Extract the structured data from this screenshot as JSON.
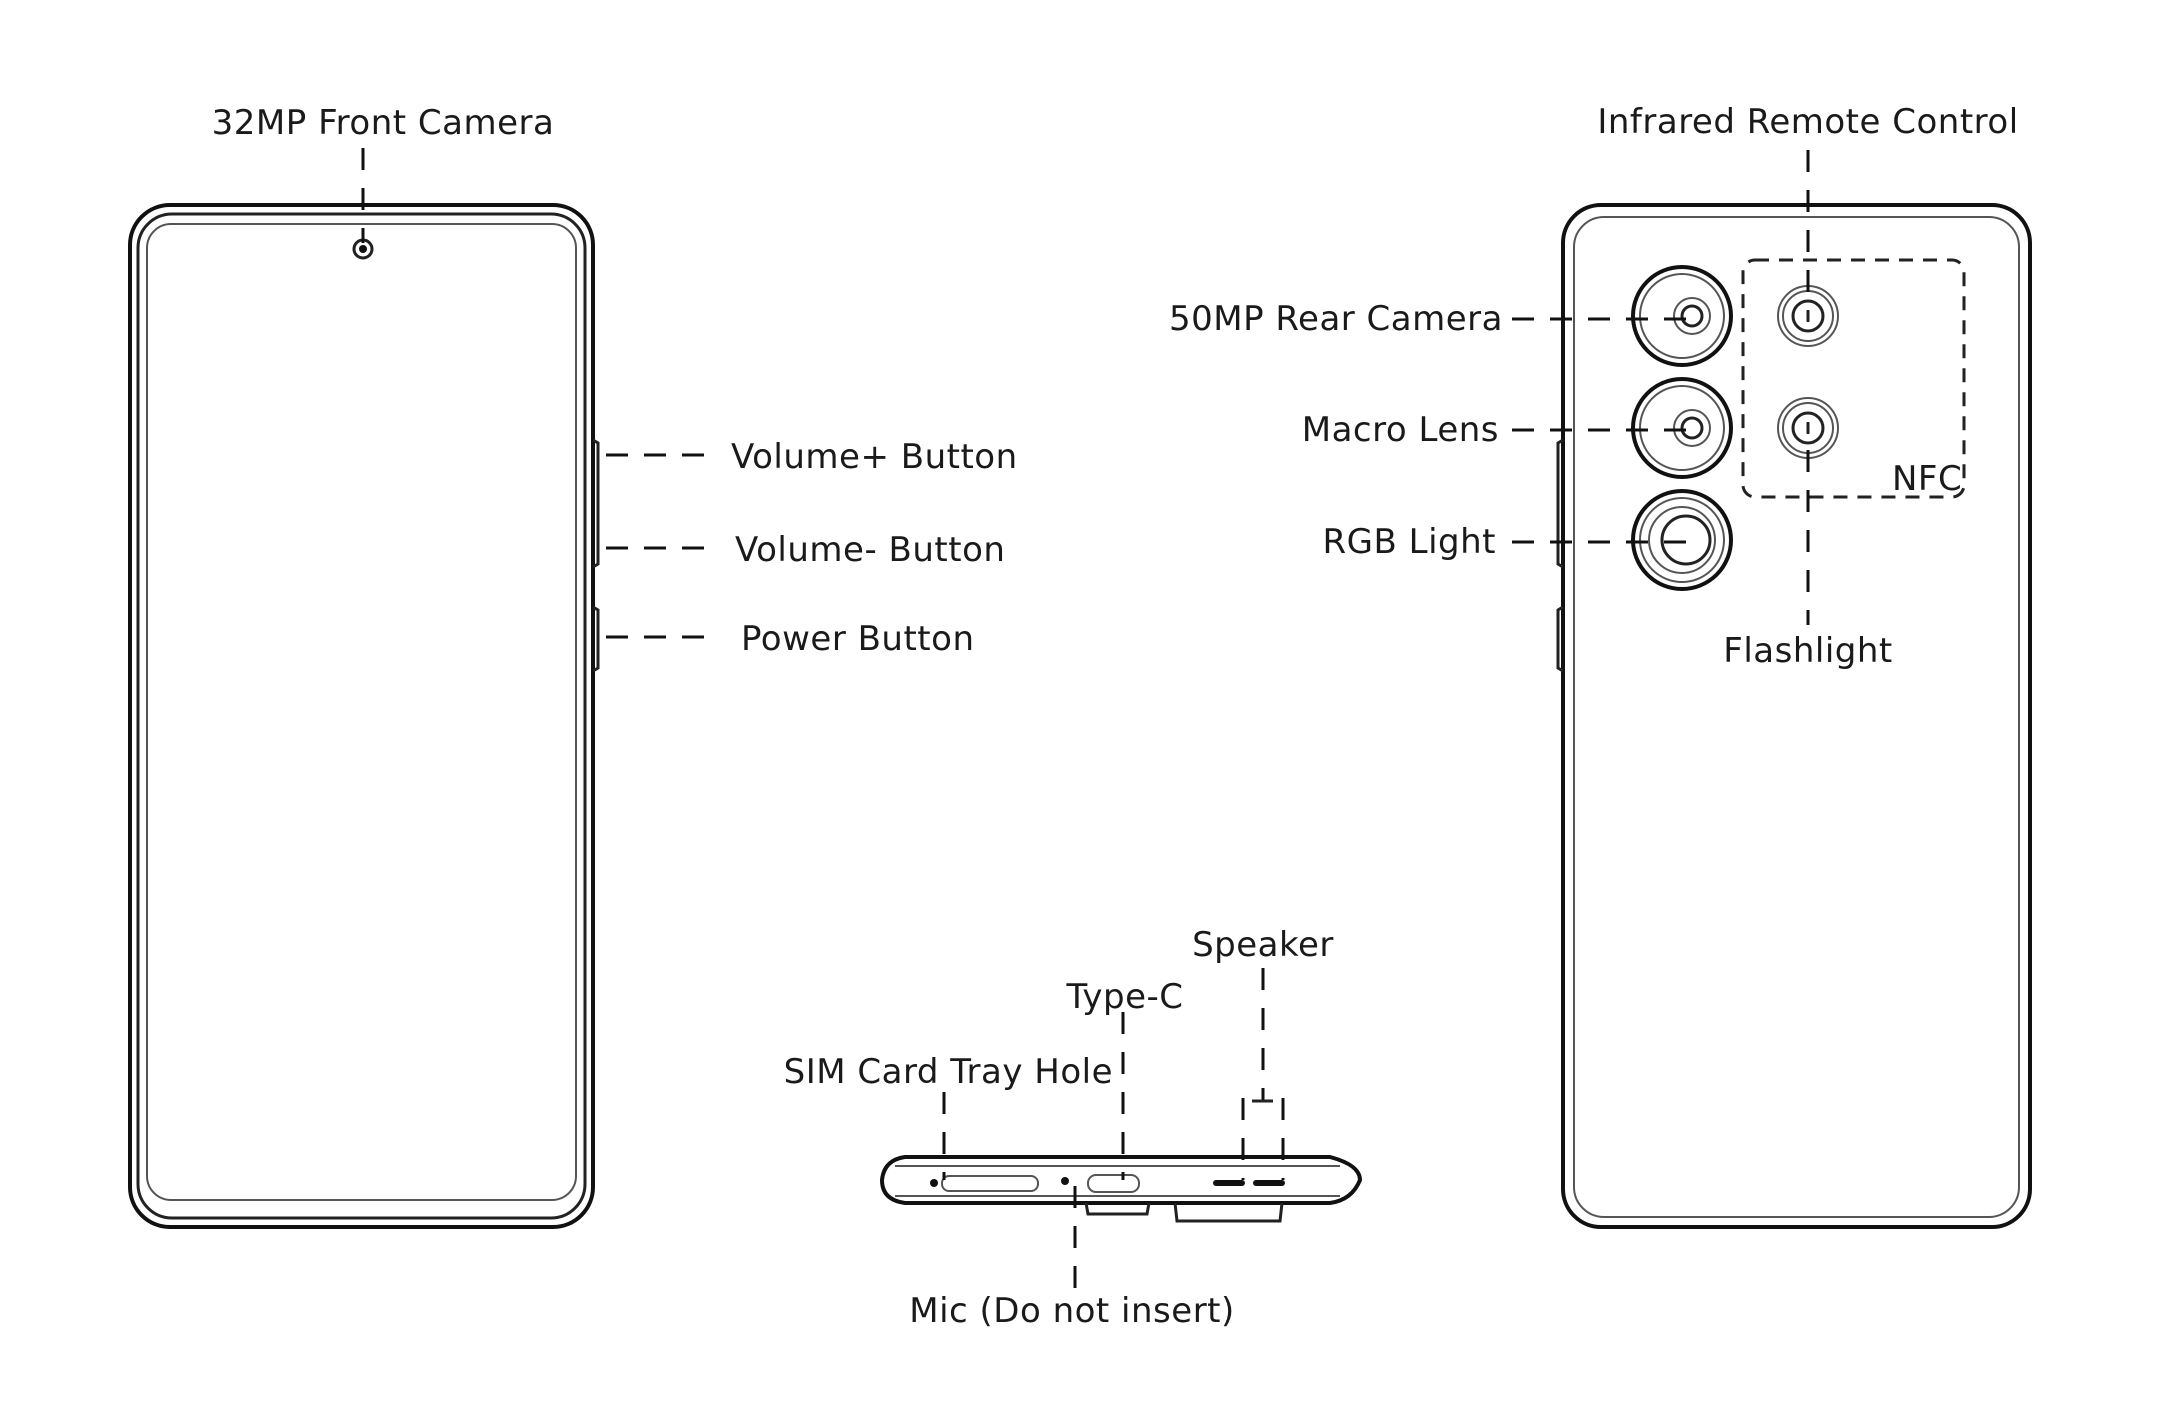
{
  "diagram": {
    "title": "Phone hardware overview",
    "front_view": {
      "labels": {
        "front_camera": "32MP Front Camera",
        "volume_up": "Volume+ Button",
        "volume_down": "Volume- Button",
        "power": "Power Button"
      }
    },
    "rear_view": {
      "labels": {
        "infrared": "Infrared Remote Control",
        "rear_camera": "50MP Rear Camera",
        "macro_lens": "Macro Lens",
        "rgb_light": "RGB Light",
        "nfc": "NFC",
        "flashlight": "Flashlight"
      }
    },
    "bottom_view": {
      "labels": {
        "speaker": "Speaker",
        "type_c": "Type-C",
        "sim_tray": "SIM Card Tray Hole",
        "mic": "Mic (Do not insert)"
      }
    }
  }
}
